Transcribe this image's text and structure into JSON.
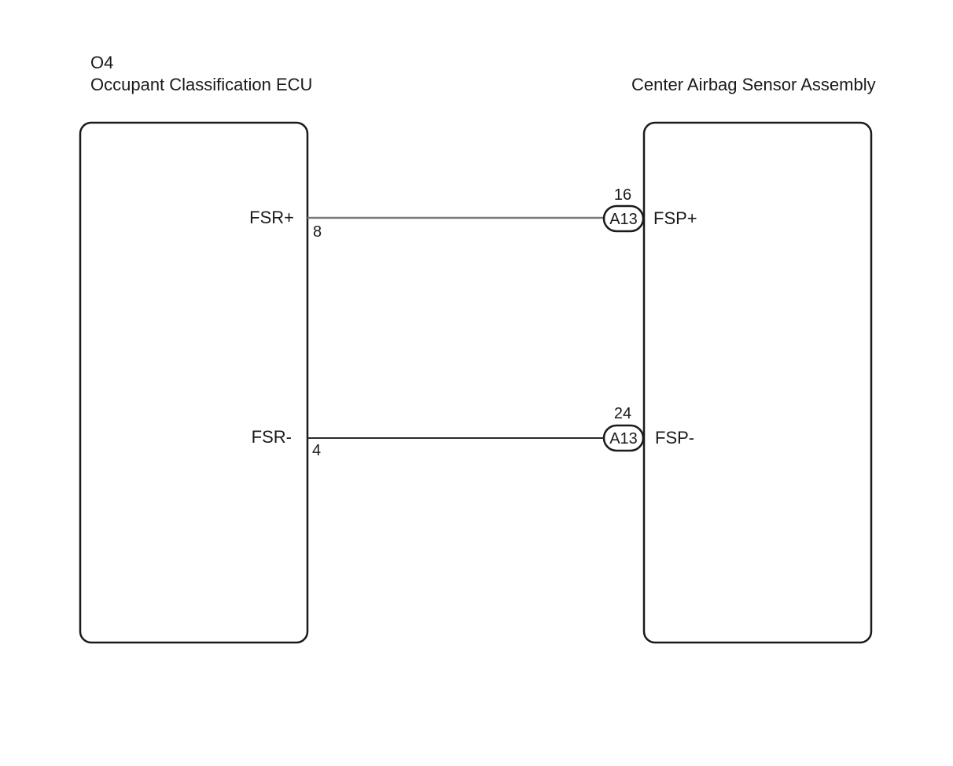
{
  "left_component": {
    "code": "O4",
    "name": "Occupant Classification ECU",
    "terminals": [
      {
        "name": "FSR+",
        "pin": "8"
      },
      {
        "name": "FSR-",
        "pin": "4"
      }
    ]
  },
  "right_component": {
    "name": "Center Airbag Sensor Assembly",
    "connector": "A13",
    "terminals": [
      {
        "name": "FSP+",
        "pin": "16"
      },
      {
        "name": "FSP-",
        "pin": "24"
      }
    ]
  },
  "wires": [
    {
      "from": "FSR+",
      "to": "FSP+",
      "color": "#7a7a7a"
    },
    {
      "from": "FSR-",
      "to": "FSP-",
      "color": "#2a2a2a"
    }
  ],
  "colors": {
    "outline": "#1a1a1a",
    "background": "#ffffff"
  }
}
